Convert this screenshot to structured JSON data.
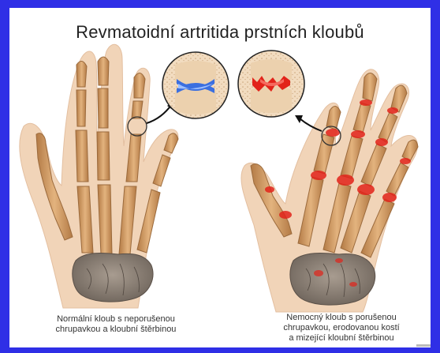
{
  "title": "Revmatoidní artritida prstních  kloubů",
  "captions": {
    "left": [
      "Normální kloub s neporušenou",
      "chrupavkou a kloubní štěrbinou"
    ],
    "right": [
      "Nemocný kloub s  porušenou",
      "chrupavkou, erodovanou kostí",
      "a mizející kloubní štěrbinou"
    ]
  },
  "colors": {
    "bone": "#d3a06a",
    "bone_shade": "#b37a45",
    "carpal": "#8a7f75",
    "healthy_cartilage": "#3b6fe0",
    "inflamed": "#e2231a",
    "border": "#2f2fe6"
  }
}
